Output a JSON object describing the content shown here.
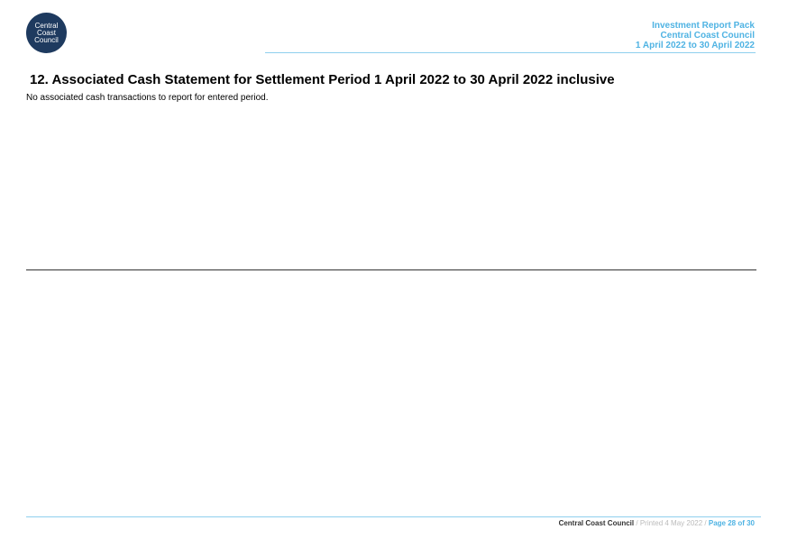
{
  "logo": {
    "line1": "Central",
    "line2": "Coast",
    "line3": "Council"
  },
  "header": {
    "line1": "Investment Report Pack",
    "line2": "Central Coast Council",
    "line3": "1 April 2022 to 30 April 2022"
  },
  "section": {
    "title": "12. Associated Cash Statement for Settlement Period 1 April 2022 to 30 April 2022 inclusive",
    "note": "No associated cash transactions to report for entered period."
  },
  "footer": {
    "org": "Central Coast Council",
    "separator": " / ",
    "printed": "Printed 4 May 2022",
    "page": "Page 28 of 30"
  },
  "colors": {
    "accent": "#4fb3e3",
    "logo_bg": "#1e3a5f"
  }
}
